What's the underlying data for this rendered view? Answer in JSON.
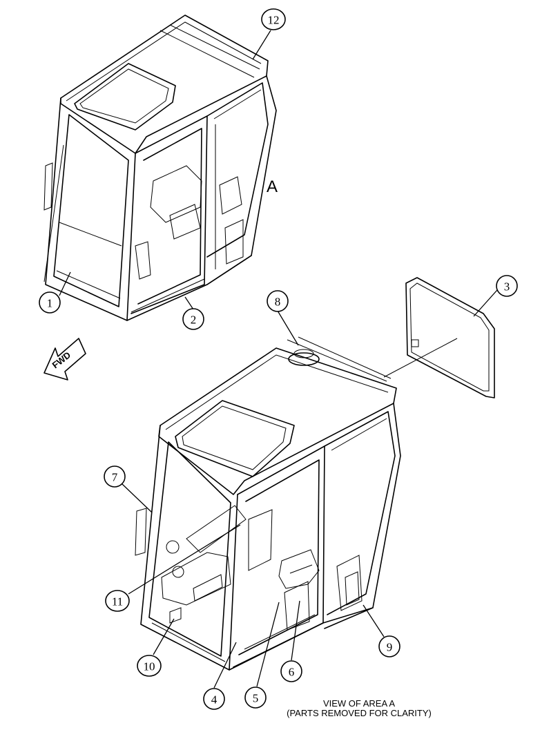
{
  "area_label": "A",
  "fwd_label": "FWD",
  "caption": {
    "line1": "VIEW OF AREA A",
    "line2": "(PARTS REMOVED FOR CLARITY)"
  },
  "callouts": [
    {
      "id": "1",
      "text": "1"
    },
    {
      "id": "2",
      "text": "2"
    },
    {
      "id": "3",
      "text": "3"
    },
    {
      "id": "4",
      "text": "4"
    },
    {
      "id": "5",
      "text": "5"
    },
    {
      "id": "6",
      "text": "6"
    },
    {
      "id": "7",
      "text": "7"
    },
    {
      "id": "8",
      "text": "8"
    },
    {
      "id": "9",
      "text": "9"
    },
    {
      "id": "10",
      "text": "10"
    },
    {
      "id": "11",
      "text": "11"
    },
    {
      "id": "12",
      "text": "12"
    }
  ]
}
